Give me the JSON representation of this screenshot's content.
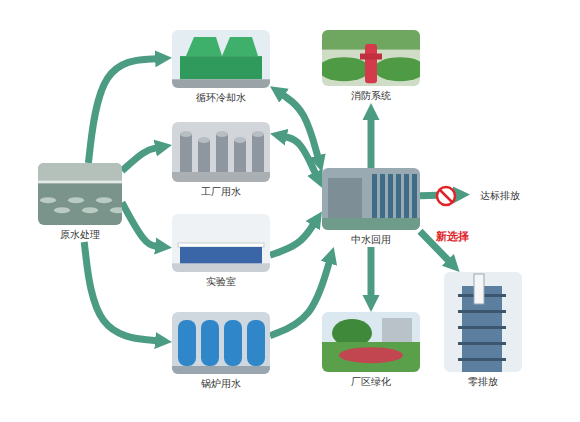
{
  "diagram": {
    "nodes": [
      {
        "text": [
          "原水处理"
        ]
      },
      {
        "text": [
          "循环冷却水"
        ]
      },
      {
        "text": [
          "工厂用水"
        ]
      },
      {
        "text": [
          "实验室"
        ]
      },
      {
        "text": [
          "锅炉用水"
        ]
      },
      {
        "text": [
          "消防系统"
        ]
      },
      {
        "text": [
          "中水回用"
        ]
      },
      {
        "text": [
          "达标排放"
        ]
      },
      {
        "text": [
          "厂区绿化"
        ]
      },
      {
        "text": [
          "零排放"
        ]
      }
    ],
    "edges": [
      {
        "from": 0,
        "to": 1,
        "arrow": "to"
      },
      {
        "from": 0,
        "to": 2,
        "arrow": "to"
      },
      {
        "from": 0,
        "to": 3,
        "arrow": "to"
      },
      {
        "from": 0,
        "to": 4,
        "arrow": "to"
      },
      {
        "from": 1,
        "to": 6,
        "arrow": "both"
      },
      {
        "from": 2,
        "to": 6,
        "arrow": "both"
      },
      {
        "from": 3,
        "to": 6,
        "arrow": "to"
      },
      {
        "from": 4,
        "to": 6,
        "arrow": "to"
      },
      {
        "from": 6,
        "to": 5,
        "arrow": "to"
      },
      {
        "from": 6,
        "to": 7,
        "arrow": "to"
      },
      {
        "from": 6,
        "to": 8,
        "arrow": "to"
      },
      {
        "from": 6,
        "to": 9,
        "arrow": "to"
      }
    ],
    "labels": [
      "新选择"
    ]
  }
}
